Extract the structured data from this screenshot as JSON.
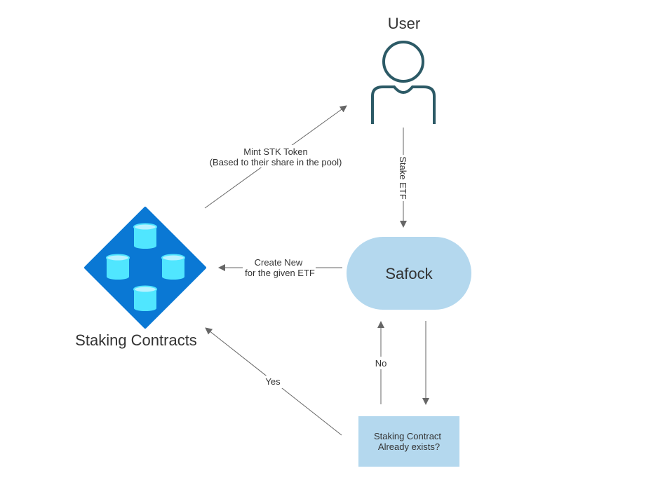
{
  "nodes": {
    "user": {
      "label": "User"
    },
    "safock": {
      "label": "Safock"
    },
    "staking_contracts": {
      "label": "Staking Contracts"
    },
    "decision": {
      "line1": "Staking Contract",
      "line2": "Already exists?"
    }
  },
  "edges": {
    "stake_etf": {
      "label": "Stake ETF"
    },
    "mint": {
      "line1": "Mint STK Token",
      "line2": "(Based to their share in the pool)"
    },
    "create_new": {
      "line1": "Create New",
      "line2": "for the given ETF"
    },
    "no": {
      "label": "No"
    },
    "yes": {
      "label": "Yes"
    }
  },
  "colors": {
    "user_icon": "#2c5a66",
    "safock_fill": "#b4d8ee",
    "decision_fill": "#b4d8ee",
    "diamond": "#0a78d4",
    "cylinder_body": "#50e6ff",
    "cylinder_top": "#b7f2ff",
    "edge": "#666666",
    "text": "#333333"
  }
}
